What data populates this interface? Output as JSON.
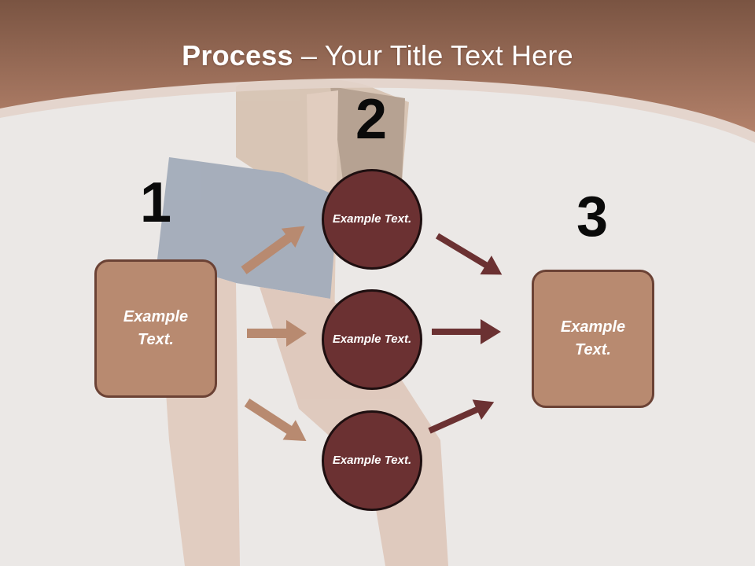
{
  "slide": {
    "title_bold": "Process",
    "title_rest": " – Your Title Text Here",
    "steps": [
      {
        "number": "1"
      },
      {
        "number": "2"
      },
      {
        "number": "3"
      }
    ],
    "left_box": {
      "text": "Example Text."
    },
    "right_box": {
      "text": "Example Text."
    },
    "circles": [
      {
        "text": "Example Text."
      },
      {
        "text": "Example Text."
      },
      {
        "text": "Example Text."
      }
    ]
  },
  "colors": {
    "header": "#9e6a52",
    "box_fill": "#b88a70",
    "box_border": "#6b4235",
    "circle_fill": "#6b3132",
    "arrow_light": "#b88a70",
    "arrow_dark": "#6b3132"
  }
}
